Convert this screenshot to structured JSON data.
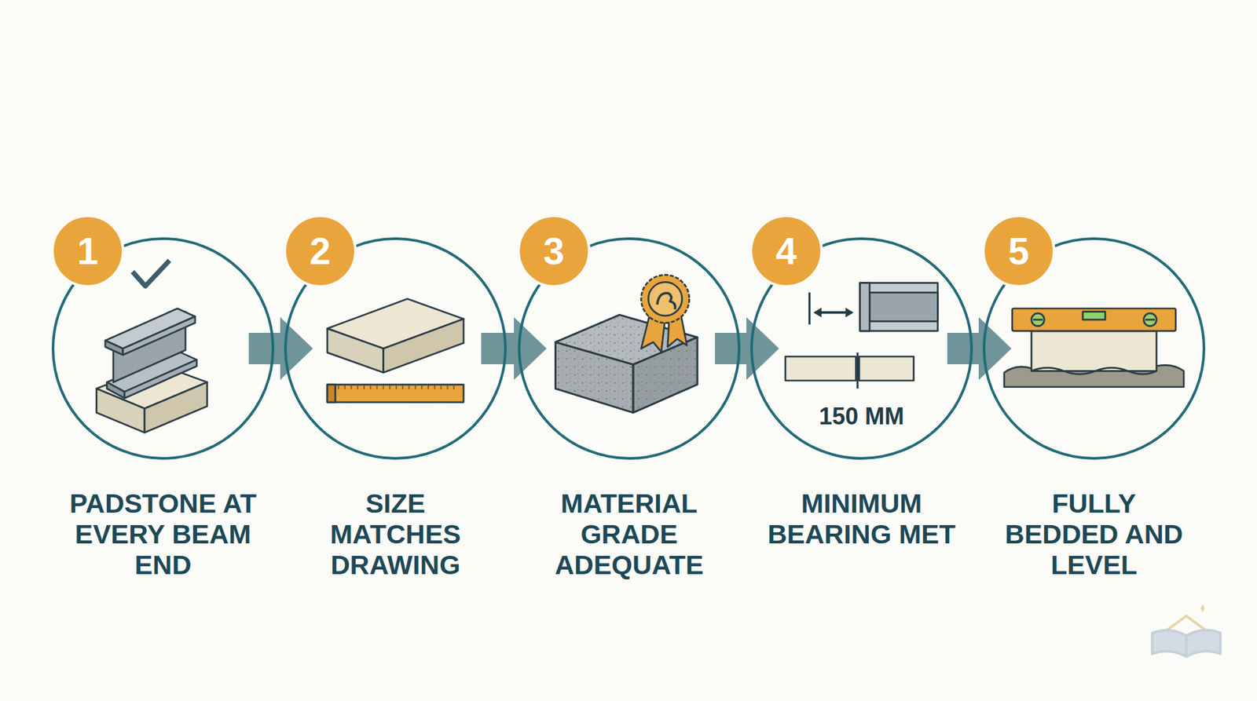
{
  "diagram": {
    "nodes": [
      {
        "text": [
          "1",
          "PADSTONE AT EVERY BEAM END"
        ]
      },
      {
        "text": [
          "2",
          "SIZE MATCHES DRAWING"
        ]
      },
      {
        "text": [
          "3",
          "MATERIAL GRADE ADEQUATE"
        ]
      },
      {
        "text": [
          "4",
          "MINIMUM BEARING MET"
        ]
      },
      {
        "text": [
          "5",
          "FULLY BEDDED AND LEVEL"
        ]
      }
    ],
    "edges": [
      {
        "from": 0,
        "to": 1,
        "arrow": "to"
      },
      {
        "from": 1,
        "to": 2,
        "arrow": "to"
      },
      {
        "from": 2,
        "to": 3,
        "arrow": "to"
      },
      {
        "from": 3,
        "to": 4,
        "arrow": "to"
      }
    ],
    "labels": [
      "150 MM"
    ]
  }
}
